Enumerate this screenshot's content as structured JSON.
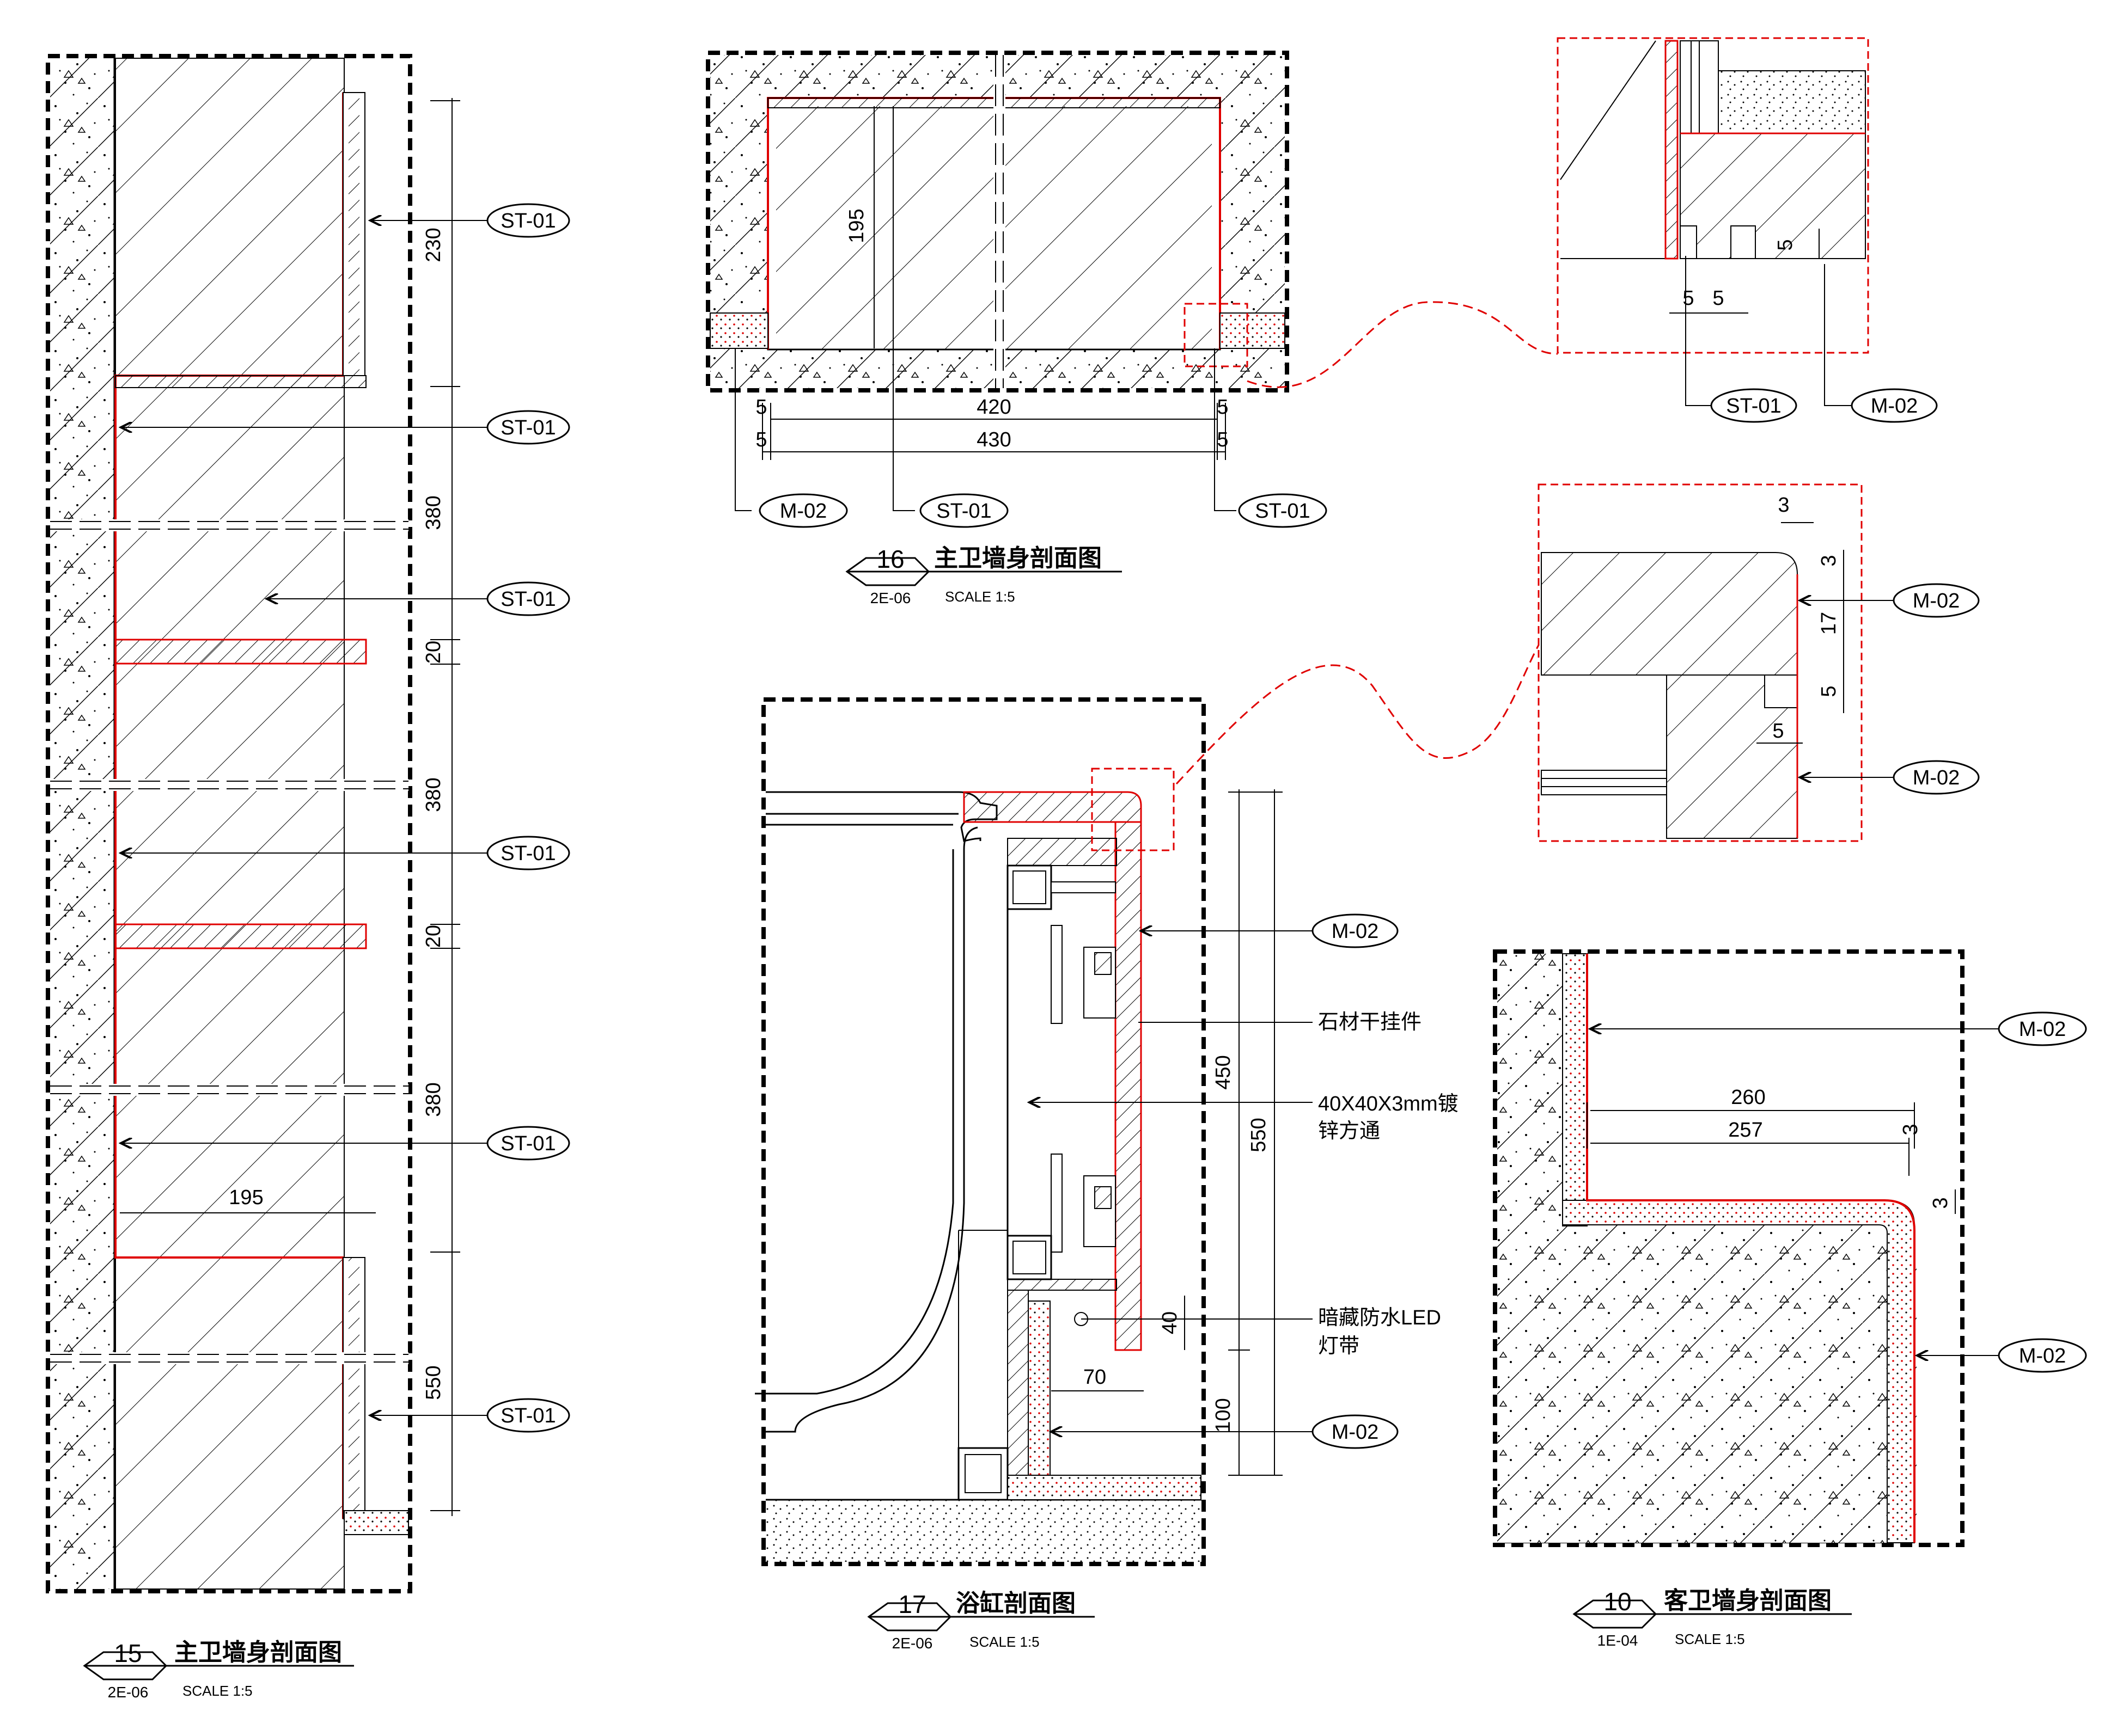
{
  "panel15": {
    "title": {
      "num": "15",
      "code": "2E-06",
      "name": "主卫墙身剖面图",
      "scale": "SCALE 1:5"
    },
    "tags": [
      "ST-01",
      "ST-01",
      "ST-01",
      "ST-01",
      "ST-01",
      "ST-01"
    ],
    "dims": [
      "230",
      "380",
      "20",
      "380",
      "20",
      "380",
      "550",
      "195"
    ]
  },
  "panel16": {
    "title": {
      "num": "16",
      "code": "2E-06",
      "name": "主卫墙身剖面图",
      "scale": "SCALE 1:5"
    },
    "tags": [
      "M-02",
      "ST-01",
      "ST-01"
    ],
    "dims": [
      "195",
      "420",
      "430",
      "5",
      "5",
      "5",
      "5"
    ]
  },
  "detail1": {
    "tags": [
      "ST-01",
      "M-02"
    ],
    "dims": [
      "5",
      "5",
      "5"
    ]
  },
  "detail2": {
    "tags": [
      "M-02",
      "M-02"
    ],
    "dims": [
      "3",
      "3",
      "17",
      "5",
      "5"
    ]
  },
  "panel17": {
    "title": {
      "num": "17",
      "code": "2E-06",
      "name": "浴缸剖面图",
      "scale": "SCALE 1:5"
    },
    "tags": [
      "M-02",
      "M-02"
    ],
    "notes": {
      "stone": "石材干挂件",
      "tube1": "40X40X3mm镀",
      "tube2": "锌方通",
      "led1": "暗藏防水LED",
      "led2": "灯带"
    },
    "dims": [
      "450",
      "550",
      "100",
      "40",
      "70"
    ]
  },
  "panel10": {
    "title": {
      "num": "10",
      "code": "1E-04",
      "name": "客卫墙身剖面图",
      "scale": "SCALE 1:5"
    },
    "tags": [
      "M-02",
      "M-02"
    ],
    "dims": [
      "260",
      "257",
      "3",
      "3"
    ]
  },
  "colors": {
    "line": "#000000",
    "accent": "#e00000"
  }
}
